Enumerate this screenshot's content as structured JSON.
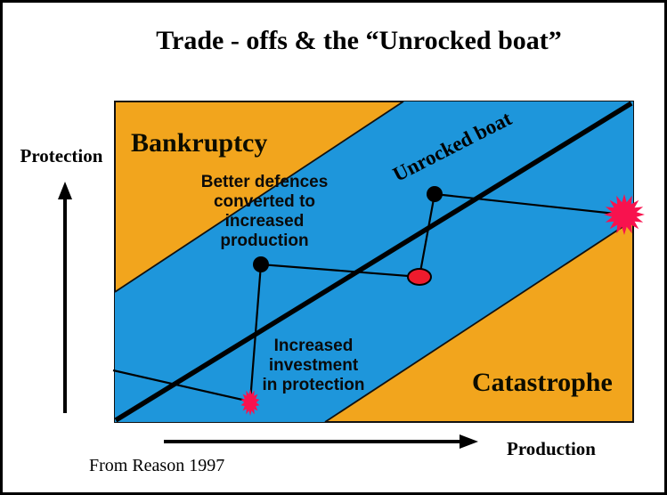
{
  "title": "Trade - offs & the “Unrocked boat”",
  "source": "From Reason 1997",
  "axes": {
    "y_label": "Protection",
    "x_label": "Production"
  },
  "regions": {
    "top_left_label": "Bankruptcy",
    "bottom_right_label": "Catastrophe",
    "band_label": "Unrocked boat"
  },
  "annotations": {
    "better_defences": "Better defences\nconverted to\nincreased\nproduction",
    "increased_investment": "Increased\ninvestment\nin protection"
  },
  "colors": {
    "bankruptcy_orange": "#F2A51D",
    "band_blue": "#1E96DB",
    "marker_red": "#EE1B2D",
    "burst_red": "#F8124E",
    "line_black": "#000000"
  }
}
